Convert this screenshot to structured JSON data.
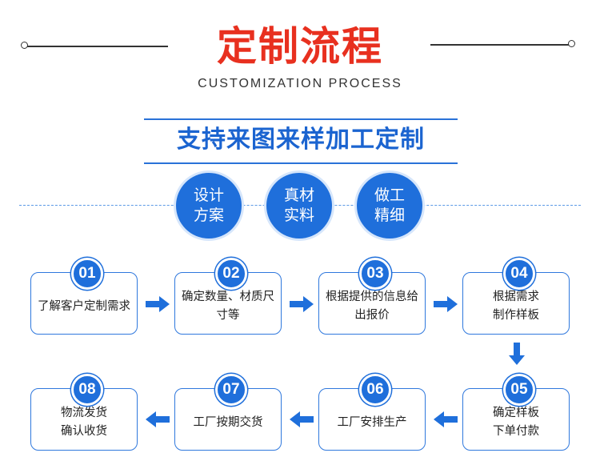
{
  "header": {
    "title": "定制流程",
    "subtitle": "CUSTOMIZATION PROCESS"
  },
  "banner": {
    "text": "支持来图来样加工定制"
  },
  "features": [
    {
      "line1": "设计",
      "line2": "方案"
    },
    {
      "line1": "真材",
      "line2": "实料"
    },
    {
      "line1": "做工",
      "line2": "精细"
    }
  ],
  "steps": [
    {
      "num": "01",
      "text": "了解客户定制需求"
    },
    {
      "num": "02",
      "text": "确定数量、材质尺寸等"
    },
    {
      "num": "03",
      "text": "根据提供的信息给出报价"
    },
    {
      "num": "04",
      "text": "根据需求制作样板"
    },
    {
      "num": "05",
      "text": "确定样板下单付款"
    },
    {
      "num": "06",
      "text": "工厂安排生产"
    },
    {
      "num": "07",
      "text": "工厂按期交货"
    },
    {
      "num": "08",
      "text": "物流发货确认收货"
    }
  ],
  "icons": {
    "arrow_right": "arrow-right-icon",
    "arrow_left": "arrow-left-icon",
    "arrow_down": "arrow-down-icon"
  },
  "colors": {
    "title_red": "#e8301f",
    "accent_blue": "#1f6fdb",
    "border_blue": "#2f78dd"
  }
}
